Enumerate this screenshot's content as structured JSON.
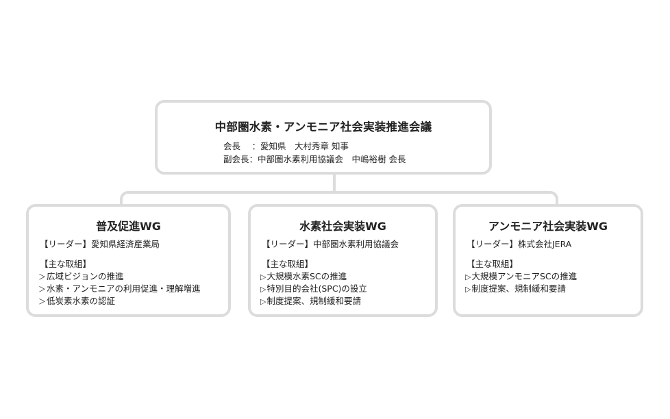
{
  "top": {
    "title": "中部圏水素・アンモニア社会実装推進会議",
    "lines": [
      "会長　 ：愛知県　大村秀章 知事",
      "副会長：中部圏水素利用協議会　中嶋裕樹 会長"
    ]
  },
  "working_groups": [
    {
      "title": "普及促進WG",
      "leader": "【リーダー】愛知県経済産業局",
      "initiatives_heading": "【主な取組】",
      "bullet": "＞",
      "items": [
        "広域ビジョンの推進",
        "水素・アンモニアの利用促進・理解増進",
        "低炭素水素の認証"
      ]
    },
    {
      "title": "水素社会実装WG",
      "leader": "【リーダー】中部圏水素利用協議会",
      "initiatives_heading": "【主な取組】",
      "bullet": "▷",
      "items": [
        "大規模水素SCの推進",
        "特別目的会社(SPC)の設立",
        "制度提案、規制緩和要請"
      ]
    },
    {
      "title": "アンモニア社会実装WG",
      "leader": "【リーダー】株式会社JERA",
      "initiatives_heading": "【主な取組】",
      "bullet": "▷",
      "items": [
        "大規模アンモニアSCの推進",
        "制度提案、規制緩和要請"
      ]
    }
  ],
  "colors": {
    "border": "#dcdcdc",
    "text": "#222222",
    "background": "#ffffff"
  }
}
